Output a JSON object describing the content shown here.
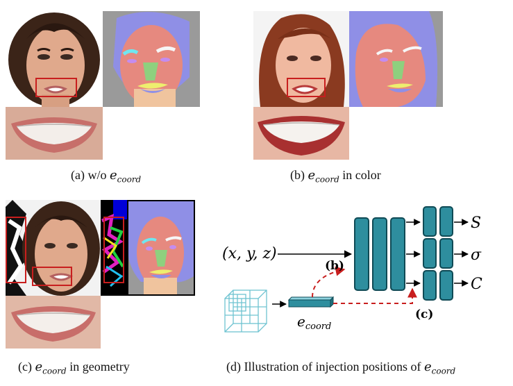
{
  "captions": {
    "a": {
      "prefix": "(a) w/o ",
      "var": "e",
      "sub": "coord",
      "suffix": ""
    },
    "b": {
      "prefix": "(b) ",
      "var": "e",
      "sub": "coord",
      "suffix": " in color"
    },
    "c": {
      "prefix": "(c) ",
      "var": "e",
      "sub": "coord",
      "suffix": " in geometry"
    },
    "d": {
      "prefix": "(d) Illustration of injection positions of ",
      "var": "e",
      "sub": "coord",
      "suffix": ""
    }
  },
  "diagram": {
    "input_label": "(x, y, z)",
    "label_b": "(b)",
    "label_c": "(c)",
    "embedding_var": "e",
    "embedding_sub": "coord",
    "outputs": [
      "S",
      "σ",
      "C"
    ]
  },
  "colors": {
    "mlp_fill": "#2e8e9e",
    "mlp_stroke": "#0f4a55",
    "grid": "#6ec3d1",
    "dashed": "#c81e1e",
    "redbox": "#c81e1e",
    "seg_hair": "#8f8fe6",
    "seg_skin": "#e6897f",
    "seg_bg": "#9a9a9a",
    "seg_neck": "#f0c49e"
  }
}
